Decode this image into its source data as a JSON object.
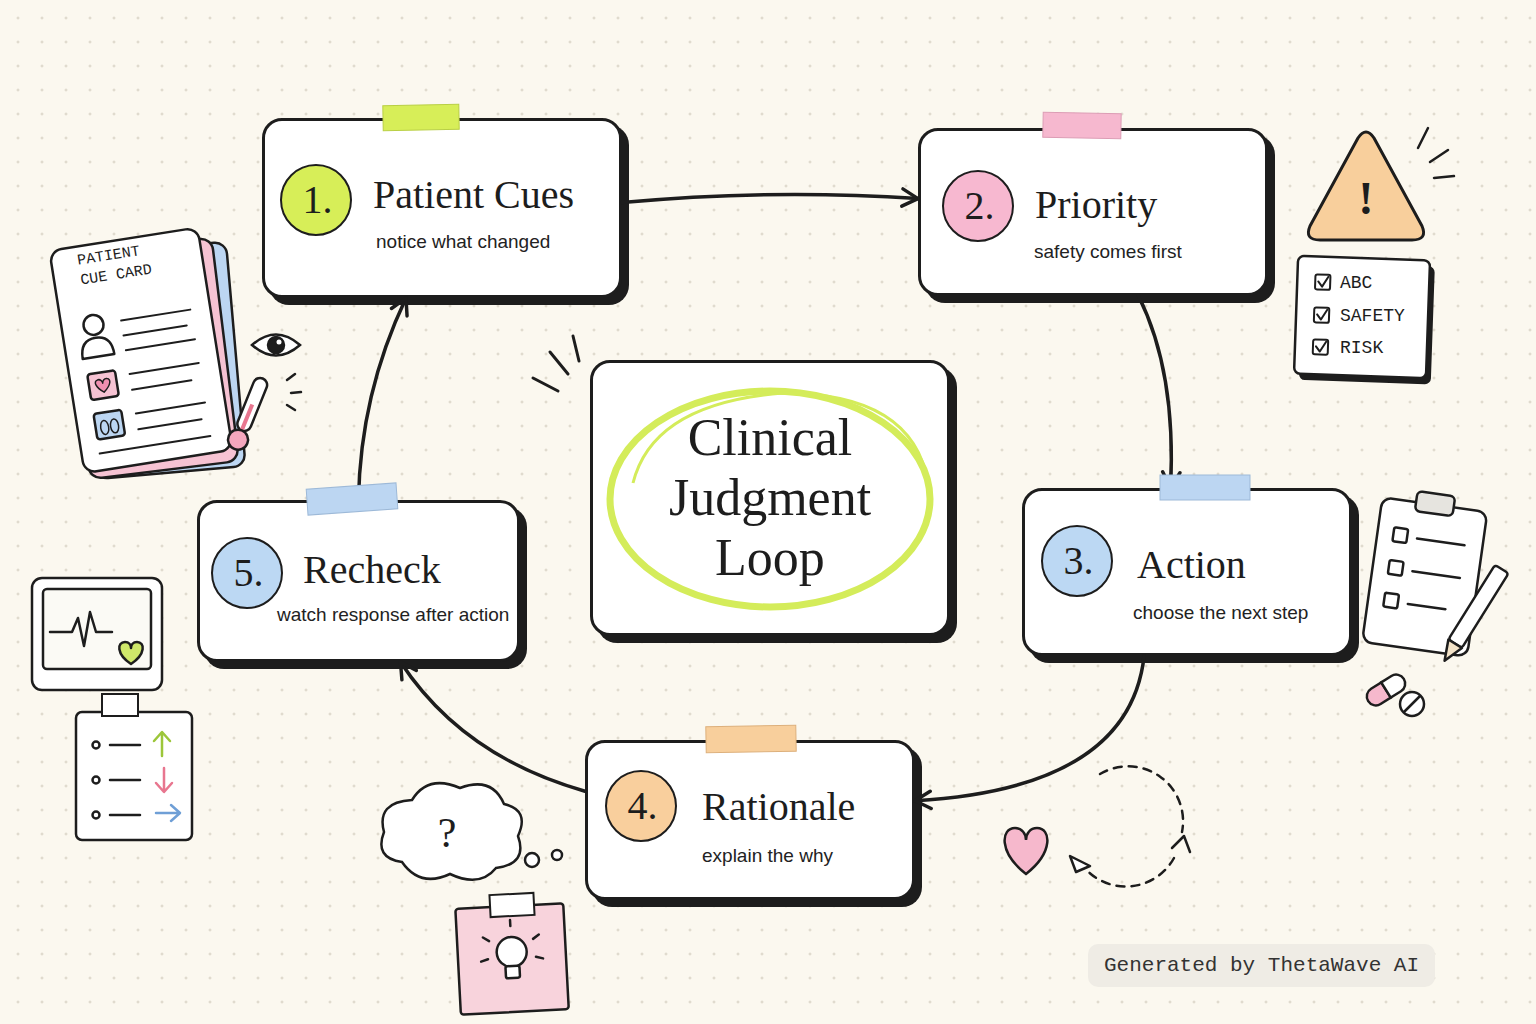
{
  "diagram": {
    "title": "Clinical Judgment Loop",
    "nodes": [
      {
        "text": [
          "Patient Cues",
          "notice what changed"
        ]
      },
      {
        "text": [
          "1."
        ],
        "in": 0
      },
      {
        "text": [
          "Priority",
          "safety comes first"
        ]
      },
      {
        "text": [
          "2."
        ],
        "in": 2
      },
      {
        "text": [
          "Action",
          "choose the next step"
        ]
      },
      {
        "text": [
          "3."
        ],
        "in": 4
      },
      {
        "text": [
          "Rationale",
          "explain the why"
        ]
      },
      {
        "text": [
          "4."
        ],
        "in": 6
      },
      {
        "text": [
          "Recheck",
          "watch response after action"
        ]
      },
      {
        "text": [
          "5."
        ],
        "in": 8
      }
    ],
    "edges": [
      {
        "from": 0,
        "to": 2,
        "arrow": "to"
      },
      {
        "from": 2,
        "to": 4,
        "arrow": "to"
      },
      {
        "from": 4,
        "to": 6,
        "arrow": "to"
      },
      {
        "from": 6,
        "to": 8,
        "arrow": "to"
      },
      {
        "from": 8,
        "to": 0,
        "arrow": "to"
      }
    ],
    "labels": [
      "PATIENT CUE CARD",
      "!",
      "ABC",
      "SAFETY",
      "RISK",
      "?",
      "Generated by ThetaWave AI"
    ]
  }
}
